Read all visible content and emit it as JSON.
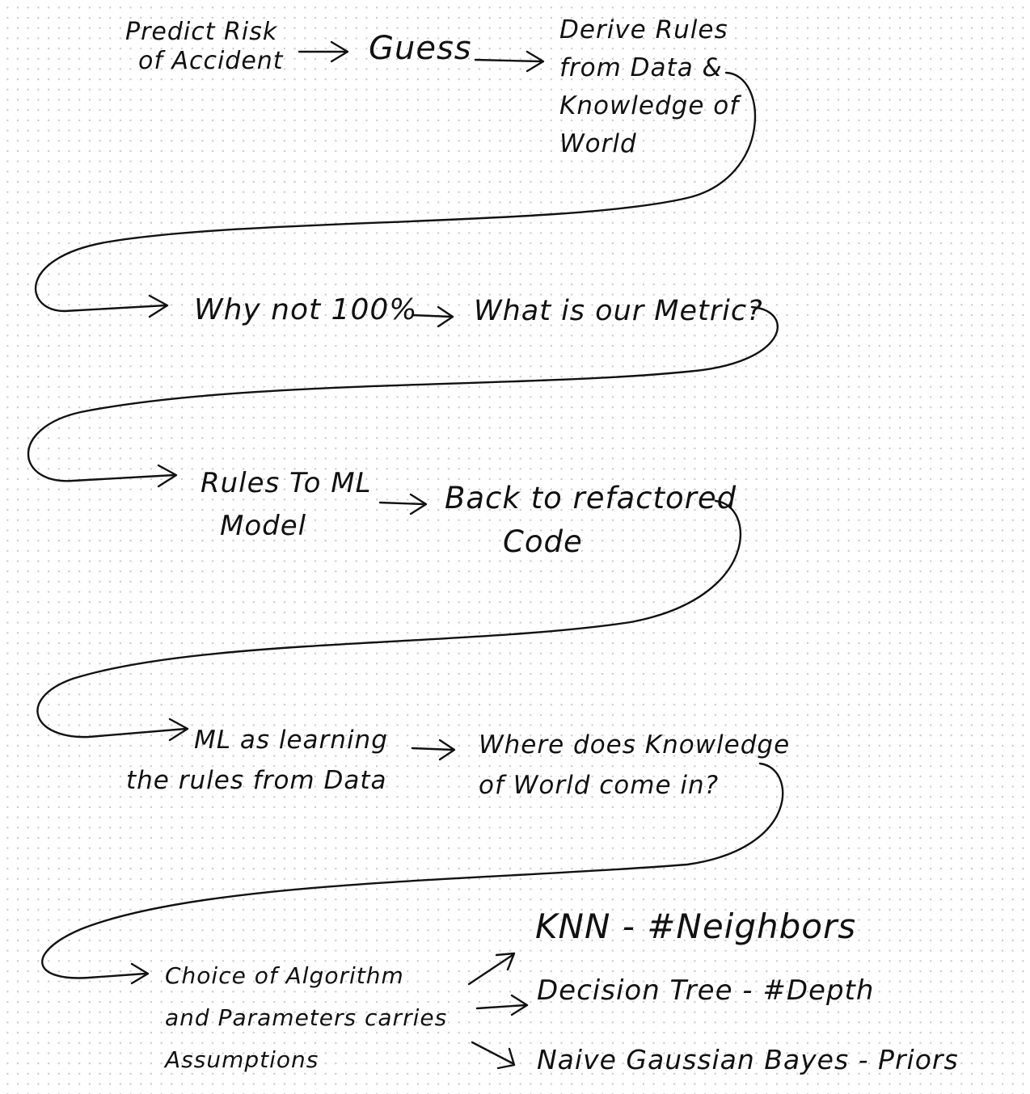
{
  "nodes": {
    "predict_risk": [
      "Predict Risk",
      "of Accident"
    ],
    "guess": [
      "Guess"
    ],
    "derive_rules": [
      "Derive Rules",
      "from Data &",
      "Knowledge of",
      "World"
    ],
    "why_not": [
      "Why not 100%"
    ],
    "metric": [
      "What is our Metric?"
    ],
    "rules_to_ml": [
      "Rules To ML",
      "Model"
    ],
    "refactored": [
      "Back to refactored",
      "Code"
    ],
    "ml_learning": [
      "ML as learning",
      "the rules from Data"
    ],
    "knowledge": [
      "Where does Knowledge",
      "of World come in?"
    ],
    "choice": [
      "Choice of Algorithm",
      "and Parameters carries",
      "Assumptions"
    ],
    "knn": [
      "KNN - #Neighbors"
    ],
    "tree": [
      "Decision Tree - #Depth"
    ],
    "bayes": [
      "Naive Gaussian Bayes - Priors"
    ]
  },
  "colors": {
    "ink": "#111111",
    "background": "#ffffff",
    "dots": "#c9c9c9"
  }
}
